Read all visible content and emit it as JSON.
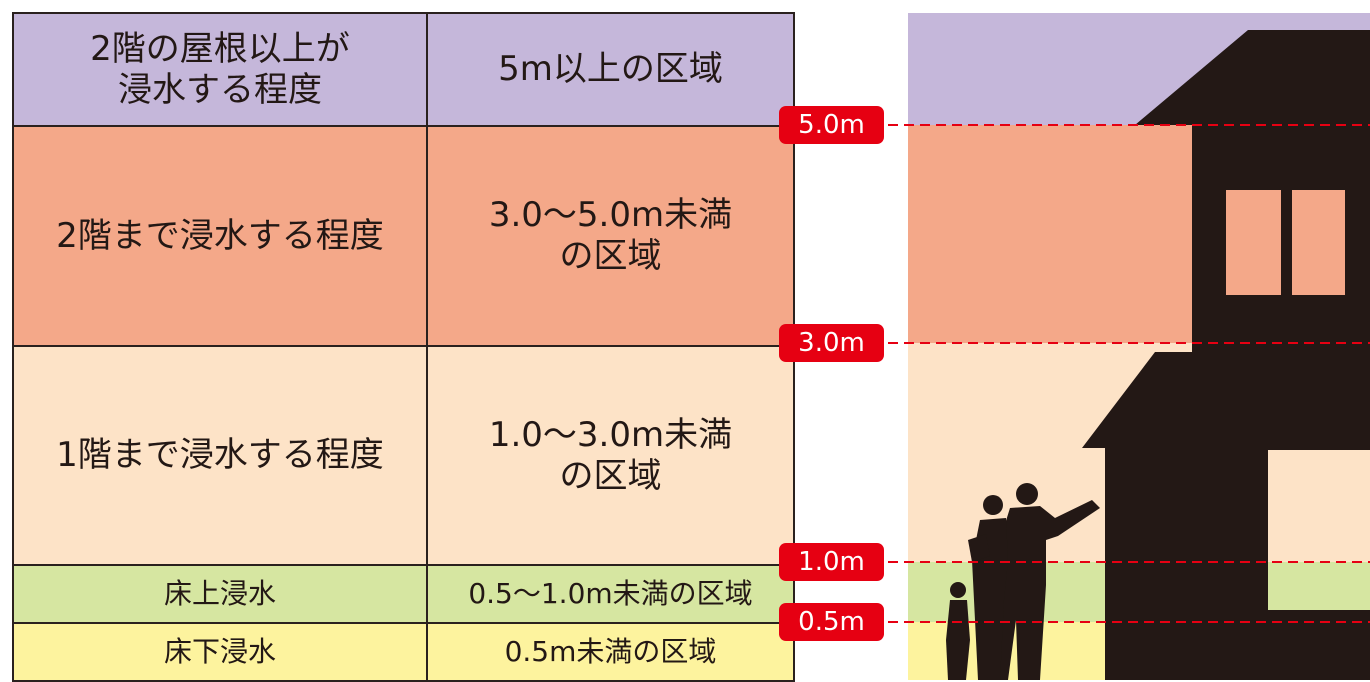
{
  "levels": [
    {
      "key": "above5",
      "description": "2階の屋根以上が\n浸水する程度",
      "range": "5m以上の区域",
      "color": "#c5b7da"
    },
    {
      "key": "3to5",
      "description": "2階まで浸水する程度",
      "range": "3.0～5.0m未満\nの区域",
      "color": "#f4a889"
    },
    {
      "key": "1to3",
      "description": "1階まで浸水する程度",
      "range": "1.0～3.0m未満\nの区域",
      "color": "#fde3c7"
    },
    {
      "key": "05to1",
      "description": "床上浸水",
      "range": "0.5～1.0m未満の区域",
      "color": "#d6e6a1"
    },
    {
      "key": "below05",
      "description": "床下浸水",
      "range": "0.5m未満の区域",
      "color": "#fdf39e"
    }
  ],
  "markers": [
    {
      "label": "5.0m",
      "value": 5.0
    },
    {
      "label": "3.0m",
      "value": 3.0
    },
    {
      "label": "1.0m",
      "value": 1.0
    },
    {
      "label": "0.5m",
      "value": 0.5
    }
  ],
  "colors": {
    "marker_badge": "#e60012",
    "marker_line": "#e60012",
    "silhouette": "#231815",
    "table_border": "#2a211e"
  },
  "icons": [
    "house-silhouette-icon",
    "family-silhouette-icon"
  ]
}
